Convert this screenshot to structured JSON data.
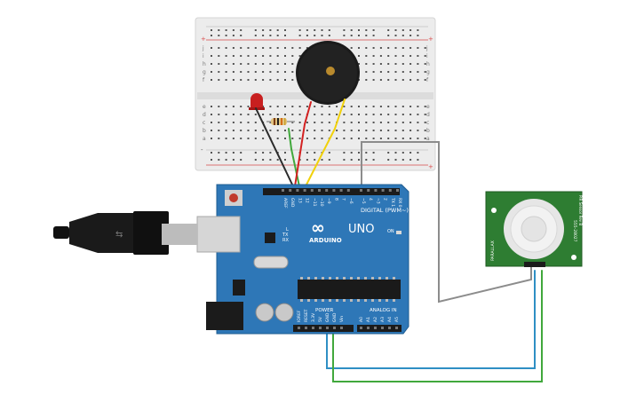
{
  "board": {
    "brand": "ARDUINO",
    "model": "UNO",
    "infinity_symbol": "∞",
    "digital_header_label": "DIGITAL (PWM~)",
    "digital_pins": [
      "AREF",
      "GND",
      "13",
      "12",
      "~11",
      "~10",
      "~9",
      "8",
      "7",
      "~6",
      "~5",
      "4",
      "~3",
      "2",
      "TX 1",
      "RX 0"
    ],
    "analog_header_label": "ANALOG IN",
    "power_header_label": "POWER",
    "power_pins": [
      "IOREF",
      "RESET",
      "3.3V",
      "5V",
      "GND",
      "GND",
      "Vin"
    ],
    "analog_pins": [
      "A0",
      "A1",
      "A2",
      "A3",
      "A4",
      "A5"
    ],
    "led_labels": [
      "L",
      "TX",
      "RX"
    ],
    "on_label": "ON"
  },
  "breadboard": {
    "row_letters_top": [
      "j",
      "i",
      "h",
      "g",
      "f"
    ],
    "row_letters_bottom": [
      "e",
      "d",
      "c",
      "b",
      "a"
    ],
    "rail_plus": "+",
    "rail_minus": "-"
  },
  "pir_sensor": {
    "left_text": "PARALLAX",
    "right_text": "555-28027",
    "side_text": "PIR Sensor Rev B"
  },
  "colors": {
    "board": "#2e77b7",
    "breadboard": "#ebebeb",
    "wire_black": "#2b2b2b",
    "wire_red": "#d32121",
    "wire_green": "#41a83c",
    "wire_yellow": "#f1d10a",
    "wire_gray": "#8c8c8c",
    "wire_blue": "#2f8fc4",
    "pir_pcb": "#2e7d32"
  },
  "icons": [
    "usb-plug-icon",
    "buzzer-icon",
    "led-icon",
    "resistor-icon",
    "pir-dome-icon"
  ]
}
